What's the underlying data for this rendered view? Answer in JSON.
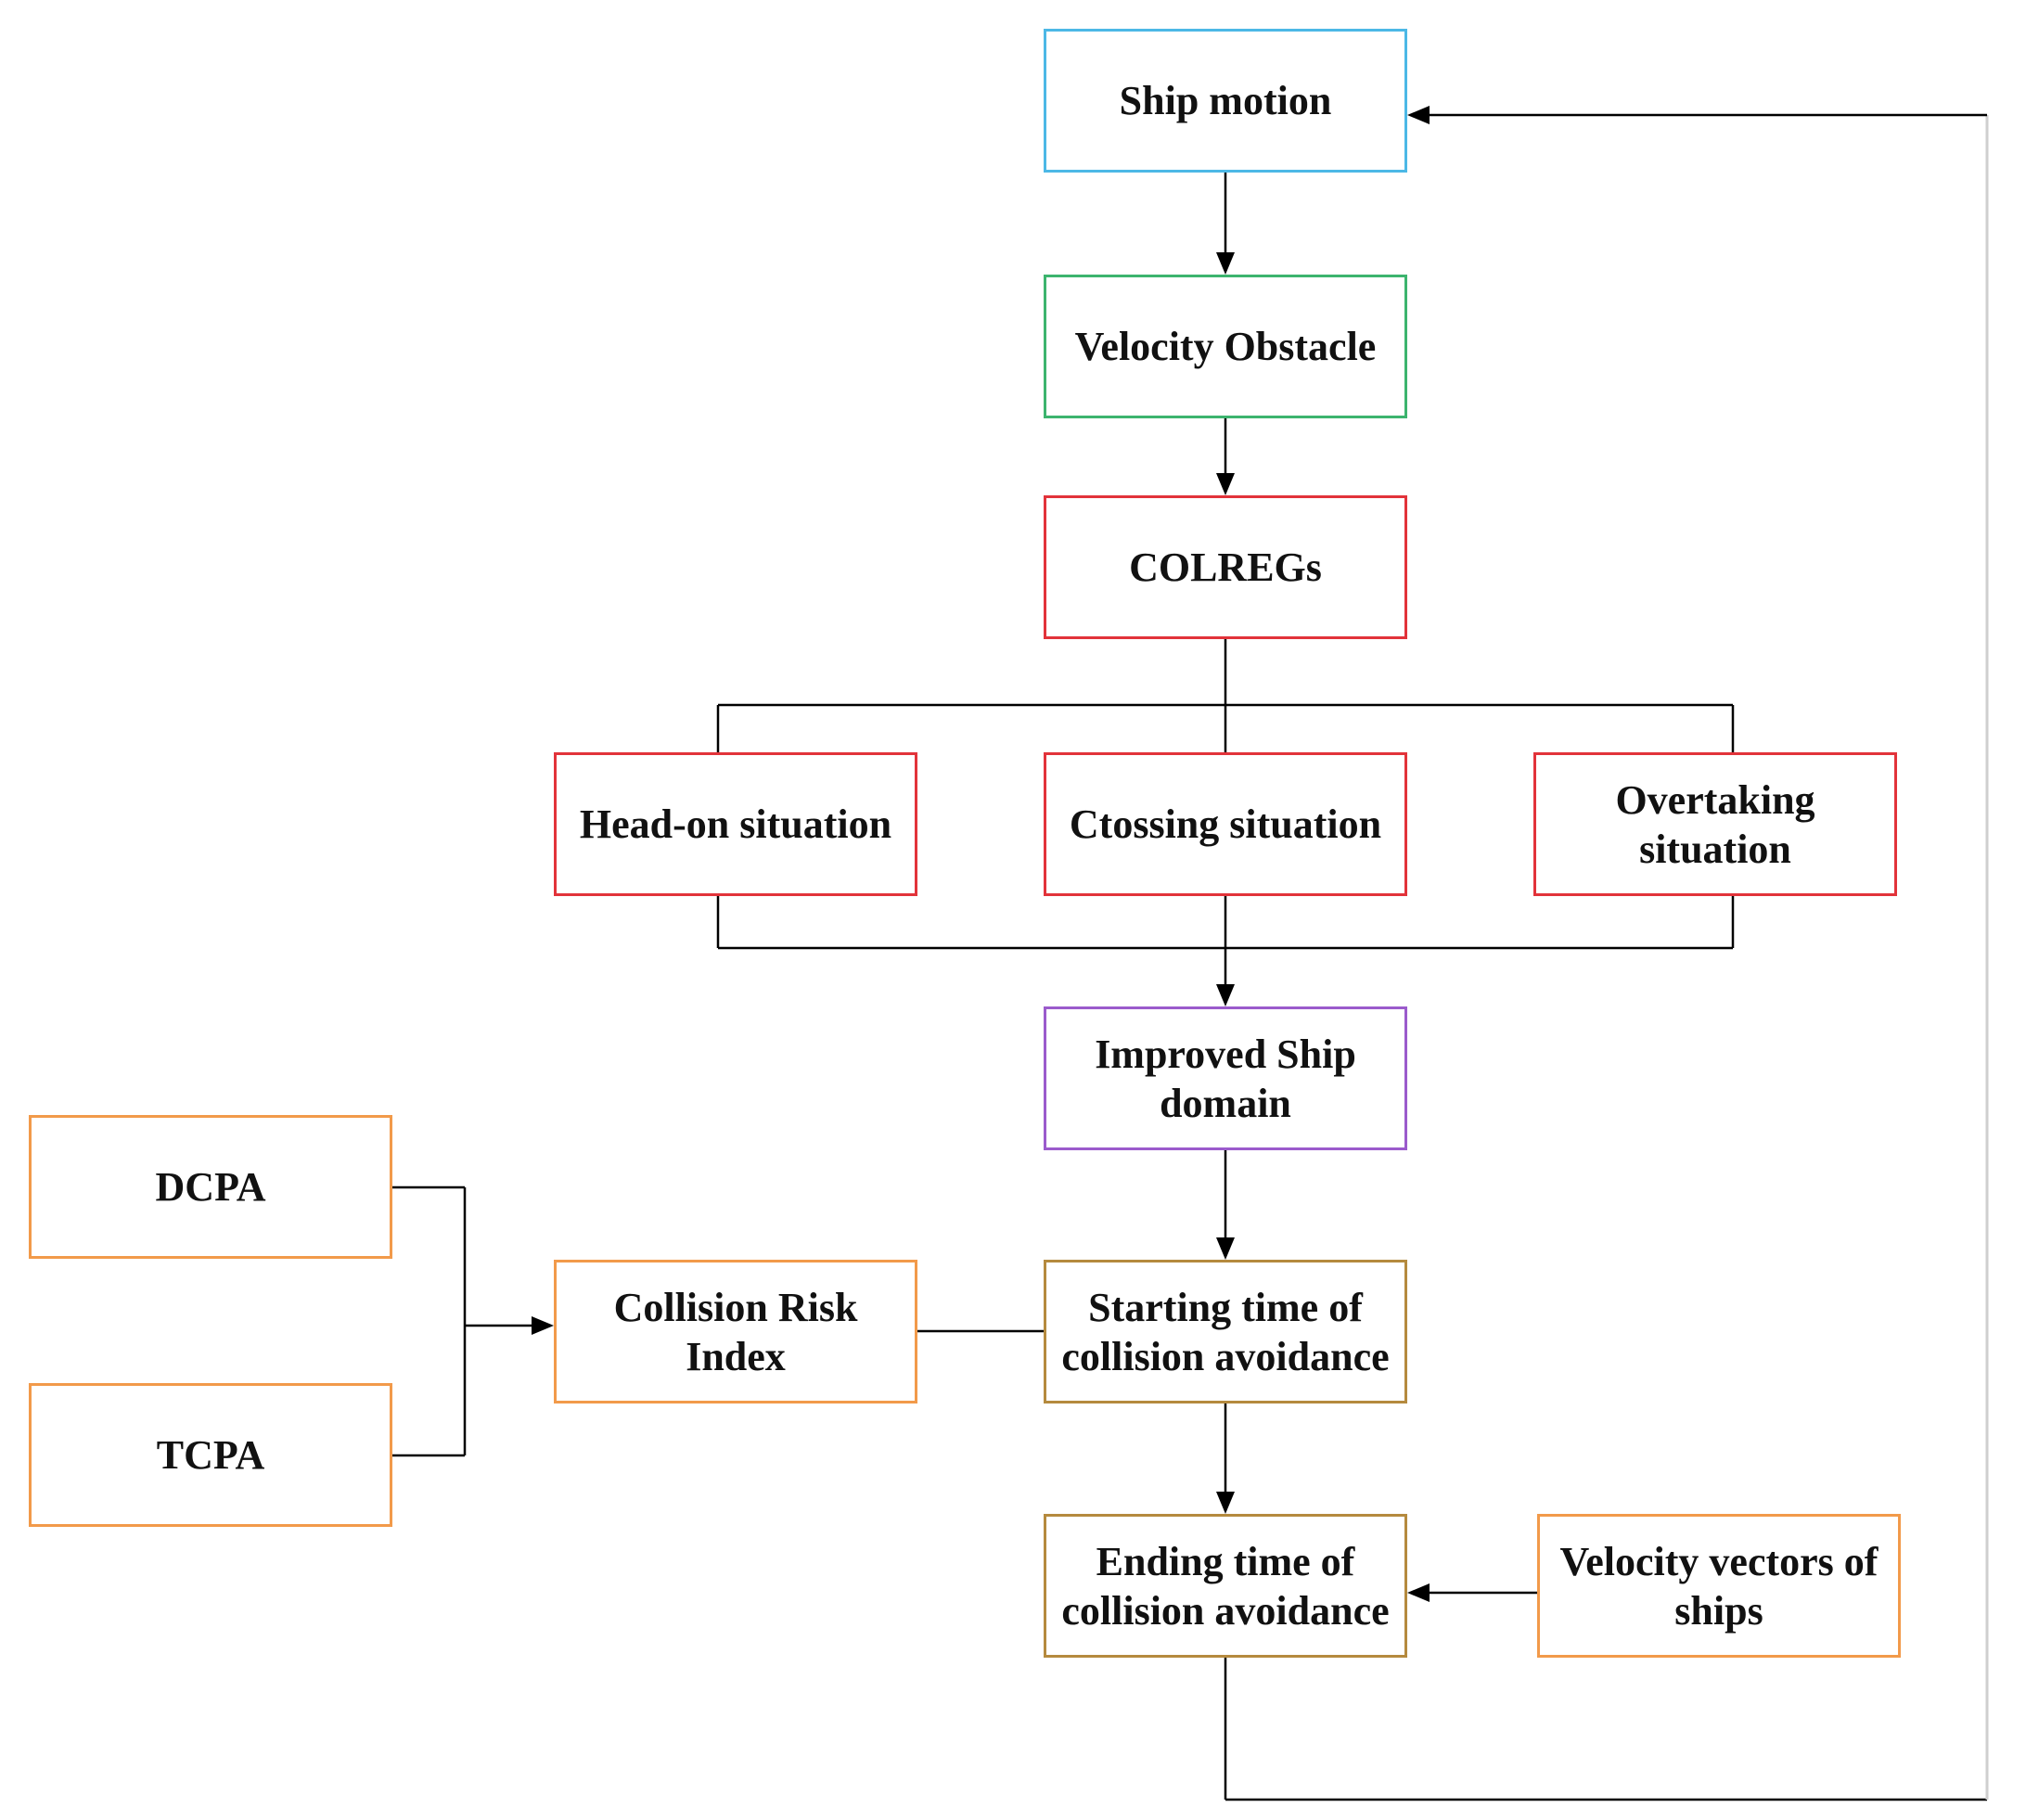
{
  "diagram": {
    "nodes": [
      {
        "id": "ship_motion",
        "label": "Ship motion",
        "color": "#4cb8e6"
      },
      {
        "id": "velocity_obstacle",
        "label": "Velocity Obstacle",
        "color": "#3cb46e"
      },
      {
        "id": "colregs",
        "label": "COLREGs",
        "color": "#e2333a"
      },
      {
        "id": "head_on",
        "label": "Head-on situation",
        "color": "#e2333a"
      },
      {
        "id": "crossing",
        "label": "Ctossing situation",
        "color": "#e2333a"
      },
      {
        "id": "overtaking",
        "label": "Overtaking\nsituation",
        "color": "#e2333a"
      },
      {
        "id": "ship_domain",
        "label": "Improved Ship\ndomain",
        "color": "#9b5bcc"
      },
      {
        "id": "dcpa",
        "label": "DCPA",
        "color": "#f29a4a"
      },
      {
        "id": "tcpa",
        "label": "TCPA",
        "color": "#f29a4a"
      },
      {
        "id": "cri",
        "label": "Collision Risk\nIndex",
        "color": "#f29a4a"
      },
      {
        "id": "start_time",
        "label": "Starting time of\ncollision avoidance",
        "color": "#b58a3e"
      },
      {
        "id": "end_time",
        "label": "Ending time of\ncollision avoidance",
        "color": "#b58a3e"
      },
      {
        "id": "velocity_vectors",
        "label": "Velocity vectors of\nships",
        "color": "#f29a4a"
      }
    ],
    "edges": [
      {
        "from": "ship_motion",
        "to": "velocity_obstacle",
        "arrow": true
      },
      {
        "from": "velocity_obstacle",
        "to": "colregs",
        "arrow": true
      },
      {
        "from": "colregs",
        "to": "head_on",
        "arrow": false
      },
      {
        "from": "colregs",
        "to": "crossing",
        "arrow": false
      },
      {
        "from": "colregs",
        "to": "overtaking",
        "arrow": false
      },
      {
        "from": "head_on",
        "to": "ship_domain",
        "arrow": true
      },
      {
        "from": "crossing",
        "to": "ship_domain",
        "arrow": true
      },
      {
        "from": "overtaking",
        "to": "ship_domain",
        "arrow": true
      },
      {
        "from": "ship_domain",
        "to": "start_time",
        "arrow": true
      },
      {
        "from": "dcpa",
        "to": "cri",
        "arrow": true
      },
      {
        "from": "tcpa",
        "to": "cri",
        "arrow": true
      },
      {
        "from": "cri",
        "to": "start_time",
        "arrow": false
      },
      {
        "from": "start_time",
        "to": "end_time",
        "arrow": true
      },
      {
        "from": "velocity_vectors",
        "to": "end_time",
        "arrow": true
      },
      {
        "from": "end_time",
        "to": "ship_motion",
        "arrow": true
      }
    ]
  },
  "colors": {
    "connector": "#000000",
    "feedback_line": "#cfcfcf",
    "text": "#111111"
  }
}
